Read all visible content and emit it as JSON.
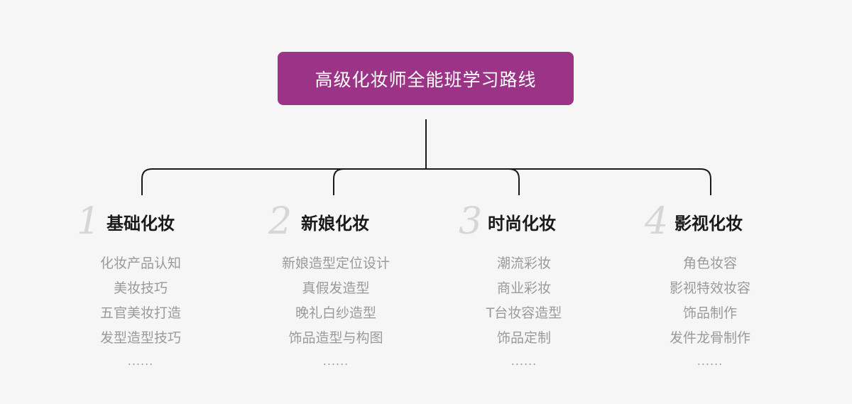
{
  "title": "高级化妆师全能班学习路线",
  "colors": {
    "title_bg": "#9b3387",
    "line": "#1a1a1a",
    "number": "#d6d6d6",
    "item": "#9a9a9a"
  },
  "columns": [
    {
      "number": "1",
      "title": "基础化妆",
      "items": [
        "化妆产品认知",
        "美妆技巧",
        "五官美妆打造",
        "发型造型技巧"
      ],
      "ellipsis": "......"
    },
    {
      "number": "2",
      "title": "新娘化妆",
      "items": [
        "新娘造型定位设计",
        "真假发造型",
        "晚礼白纱造型",
        "饰品造型与构图"
      ],
      "ellipsis": "......"
    },
    {
      "number": "3",
      "title": "时尚化妆",
      "items": [
        "潮流彩妆",
        "商业彩妆",
        "T台妆容造型",
        "饰品定制"
      ],
      "ellipsis": "......"
    },
    {
      "number": "4",
      "title": "影视化妆",
      "items": [
        "角色妆容",
        "影视特效妆容",
        "饰品制作",
        "发件龙骨制作"
      ],
      "ellipsis": "......"
    }
  ]
}
